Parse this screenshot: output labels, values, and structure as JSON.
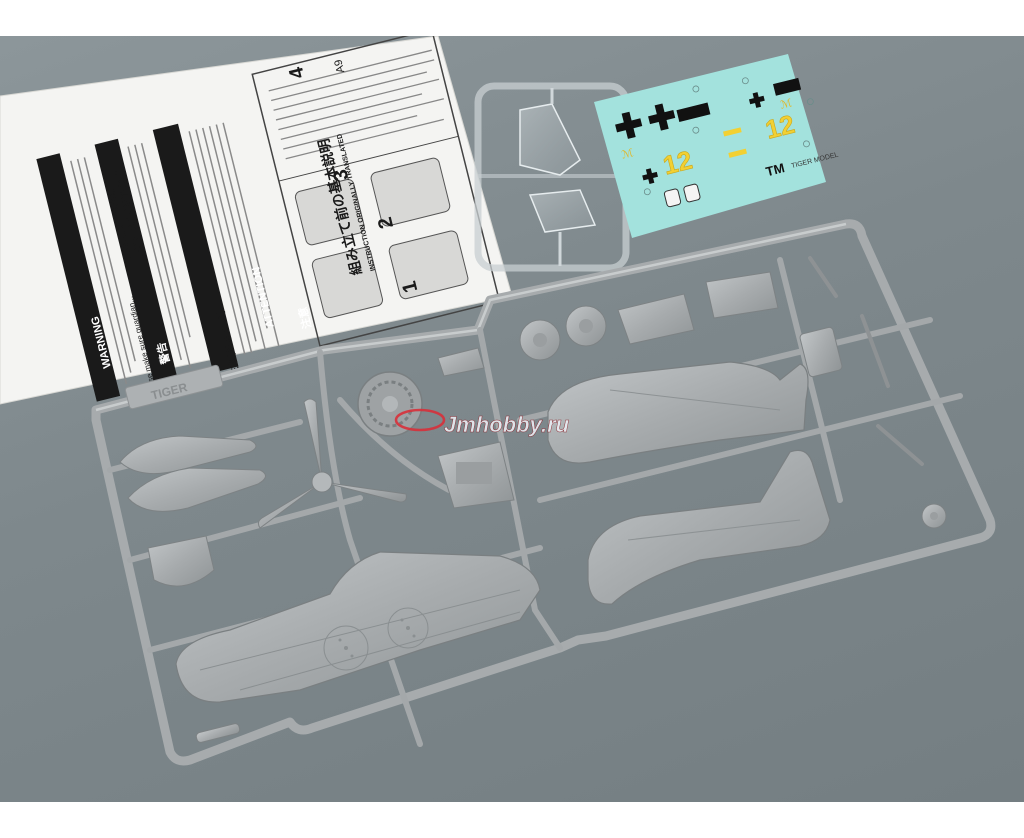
{
  "instruction_sheet": {
    "step_1_number": "1",
    "step_2_number": "2",
    "step_3_number": "3",
    "step_4_number": "4",
    "part_code": "A9",
    "heading_ja": "組み立て前の基本説明",
    "heading_en": "INSTRUCTION ORIGINALLY TRANSLATED",
    "precautions_label": "PRECAUTIONS",
    "for_assembling_label": "FOR ASSEMBLING",
    "attention_label": "ATTENTION",
    "caution_ja": "注意",
    "warning_label": "WARNING",
    "warning_ja": "警告",
    "caution_ja_reading": "注意(ちゅうい)",
    "guardian_text": "Please make sure guardian..."
  },
  "decal_sheet": {
    "number_left": "12",
    "number_right": "12",
    "brand_name": "TIGER MODEL",
    "brand_logo_text": "TM"
  },
  "sprue": {
    "frame_tag": "TIGER"
  },
  "watermark": {
    "text": "Jmhobby.ru"
  },
  "colors": {
    "background": "#7e888c",
    "sprue_plastic": "#a9adaf",
    "decal_paper": "#9fe0dc",
    "decal_yellow": "#f2d032",
    "watermark_red": "#d8303a"
  }
}
